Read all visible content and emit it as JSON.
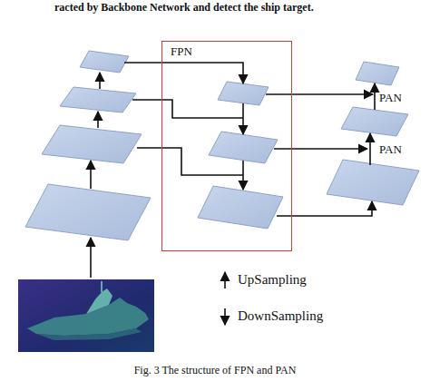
{
  "diagram": {
    "caption": "Fig. 3 The structure of FPN and PAN",
    "nodes": [
      {
        "text": [
          "FPN"
        ]
      }
    ],
    "labels": [
      "racted by Backbone Network and detect the ship target.",
      "PAN",
      "PAN"
    ],
    "legend": [
      {
        "text": "UpSampling"
      },
      {
        "text": "DownSampling"
      }
    ]
  }
}
